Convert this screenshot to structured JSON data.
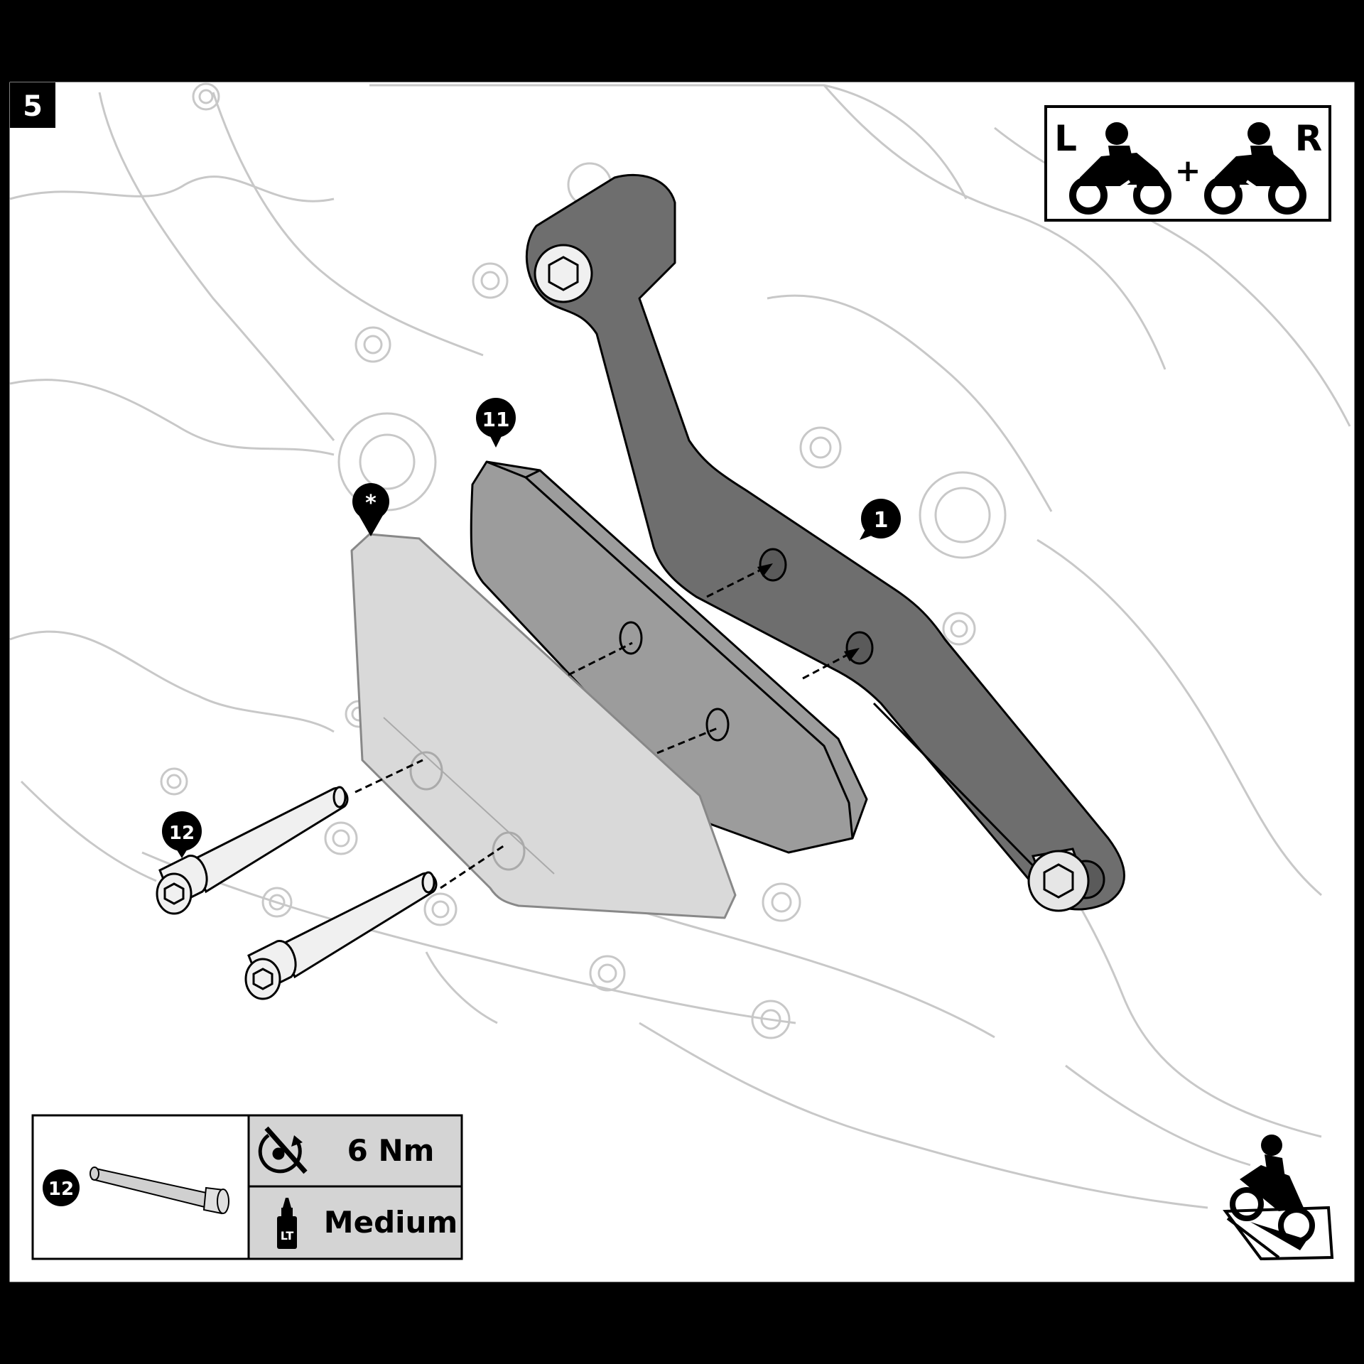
{
  "step": {
    "number": "5"
  },
  "side_badge": {
    "left_letter": "L",
    "right_letter": "R",
    "plus": "+"
  },
  "callouts": {
    "bracket": "1",
    "spacer": "11",
    "cover": "*",
    "bolt": "12"
  },
  "spec_box": {
    "part_number": "12",
    "torque_value": "6 Nm",
    "threadlock_value": "Medium",
    "threadlock_icon_text": "LT"
  },
  "colors": {
    "background": "#ffffff",
    "frame": "#000000",
    "engine_line": "#c8c8c8",
    "bracket": "#6e6e6e",
    "spacer": "#9c9c9c",
    "cover": "#d9d9d9",
    "spec_cell": "#d4d4d4"
  },
  "icons": {
    "side_badge": "motorcycle-left-right-icon",
    "torque": "torque-wrench-icon",
    "threadlock": "threadlocker-bottle-icon",
    "orientation": "motorcycle-orientation-icon"
  }
}
